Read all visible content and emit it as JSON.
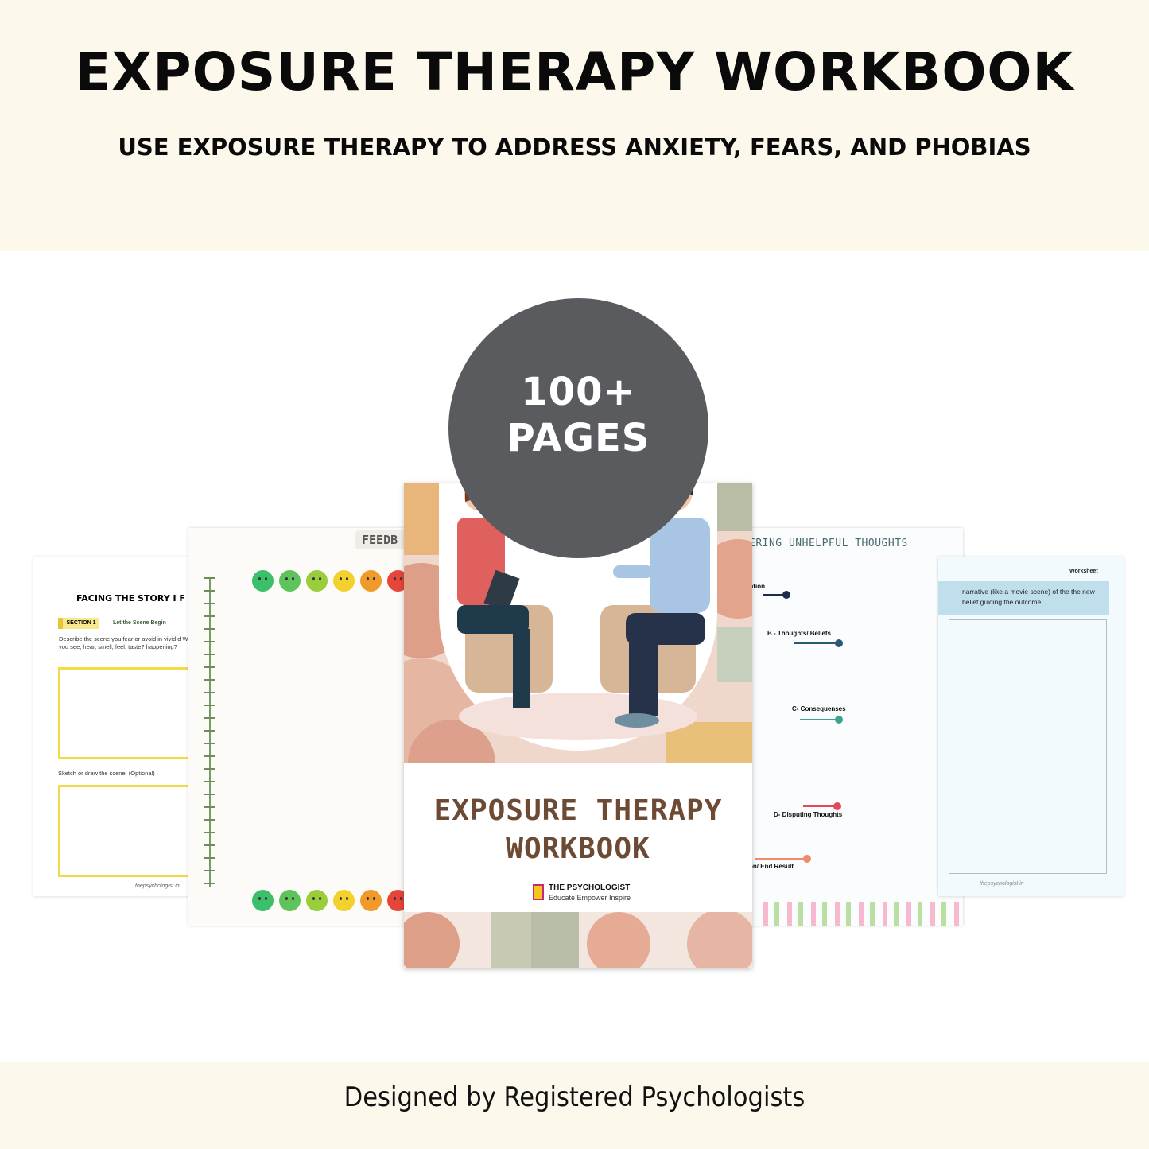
{
  "header": {
    "title": "EXPOSURE THERAPY WORKBOOK",
    "subtitle": "USE EXPOSURE THERAPY TO ADDRESS ANXIETY, FEARS, AND PHOBIAS"
  },
  "badge": {
    "line1": "100+",
    "line2": "PAGES",
    "color": "#595b5e"
  },
  "cover": {
    "title_line1": "EXPOSURE THERAPY",
    "title_line2": "WORKBOOK",
    "brand": "THE PSYCHOLOGIST",
    "tagline": "Educate Empower Inspire"
  },
  "page_facing_story": {
    "title": "FACING THE STORY I F",
    "section_label": "SECTION 1",
    "section_title": "Let the Scene Begin",
    "prompt": "Describe the scene you fear or avoid in vivid d What do you see, hear, smell, feel, taste? happening?",
    "sketch_prompt": "Sketch or draw the scene. (Optional)",
    "footer": "thepsychologist.in"
  },
  "page_feedback": {
    "tab": "FEEDB",
    "faces": [
      "#3cbf6a",
      "#5ec35a",
      "#9acd3c",
      "#f2d02e",
      "#f09a2c",
      "#e6453a"
    ]
  },
  "page_thoughts": {
    "title": "ERING UNHELPFUL THOUGHTS",
    "labels": [
      "uation",
      "B - Thoughts/ Beliefs",
      "C- Consequenses",
      "D-  Disputing Thoughts",
      "on/ End Result"
    ]
  },
  "page_worksheet": {
    "label": "Worksheet",
    "text": "narrative (like a movie scene) of the the new belief guiding the outcome.",
    "footer": "thepsychologist.in"
  },
  "footer": {
    "text": "Designed by Registered Psychologists"
  }
}
